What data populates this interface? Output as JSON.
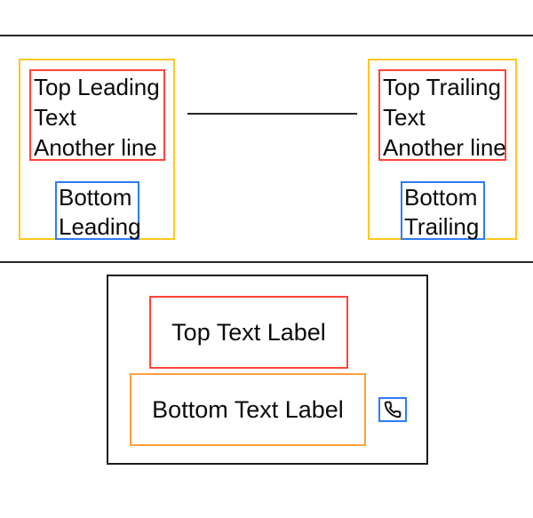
{
  "colors": {
    "yellow": "#FFC81E",
    "red": "#FF4538",
    "blue": "#2E7CF6",
    "orange": "#FFA03D",
    "dark": "#262626"
  },
  "top_section": {
    "left_card": {
      "top_box_text": "Top Leading\nText\nAnother line",
      "bottom_box_text": "Bottom\nLeading"
    },
    "right_card": {
      "top_box_text": "Top Trailing\nText\nAnother line",
      "bottom_box_text": "Bottom\nTrailing"
    }
  },
  "bottom_section": {
    "top_label": "Top Text Label",
    "bottom_label": "Bottom Text Label",
    "icon": "phone-icon"
  }
}
